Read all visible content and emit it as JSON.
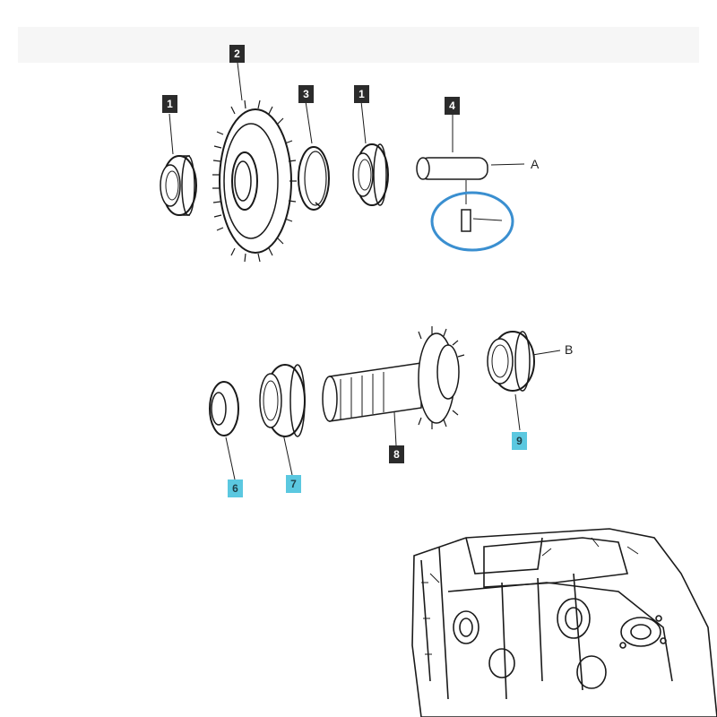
{
  "callouts": {
    "bearing_top": "1",
    "gear_top": "2",
    "snap_ring": "3",
    "bearing_top_right": "1",
    "shaft_pin": "4",
    "seal": "6",
    "bearing_mid": "7",
    "pinion_shaft": "8",
    "bearing_right": "9"
  },
  "letters": {
    "a": "A",
    "b": "B"
  },
  "colors": {
    "dark_tag": "#2b2b2b",
    "highlight_tag": "#5bc8e0",
    "highlight_ring": "#3a8fd0",
    "line": "#1a1a1a"
  }
}
